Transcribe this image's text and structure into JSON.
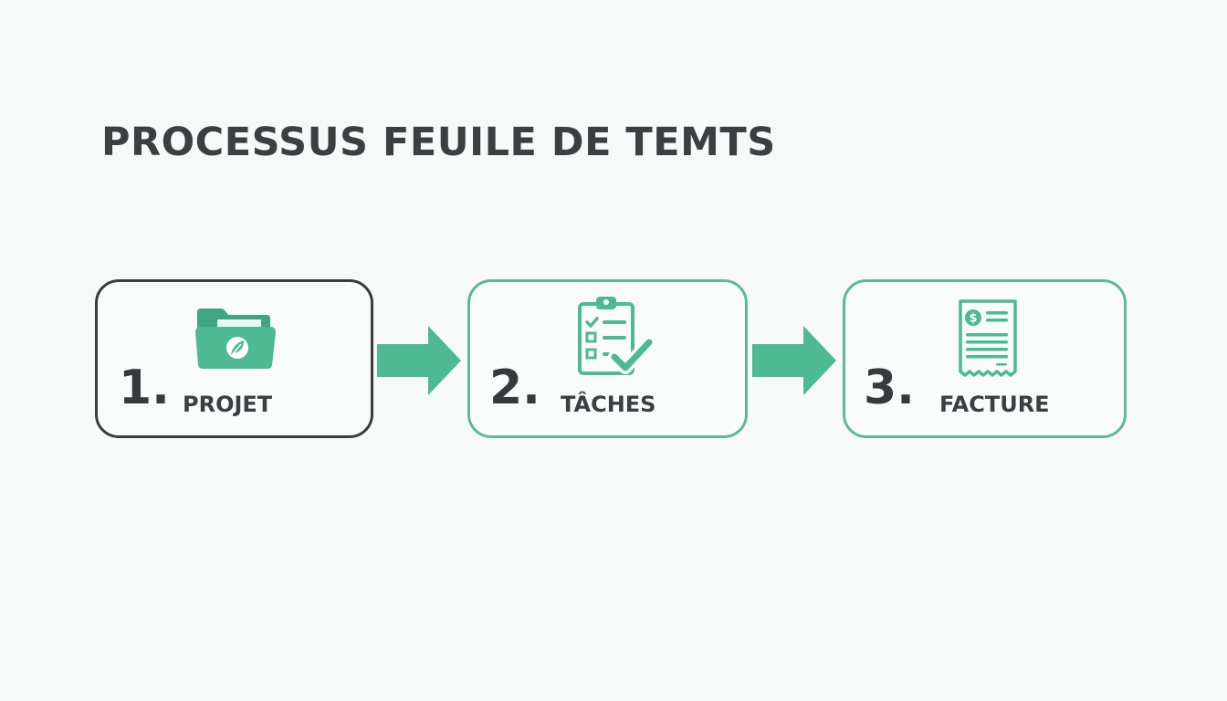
{
  "title": "PROCESSUS FEUILE DE TEMTS",
  "colors": {
    "accent": "#4dba93",
    "dark": "#3a3b3f",
    "background": "#f7f8f8"
  },
  "steps": [
    {
      "number": "1.",
      "label": "PROJET",
      "icon": "folder-leaf-icon"
    },
    {
      "number": "2.",
      "label": "TÂCHES",
      "icon": "clipboard-checklist-icon"
    },
    {
      "number": "3.",
      "label": "FACTURE",
      "icon": "invoice-receipt-icon"
    }
  ]
}
